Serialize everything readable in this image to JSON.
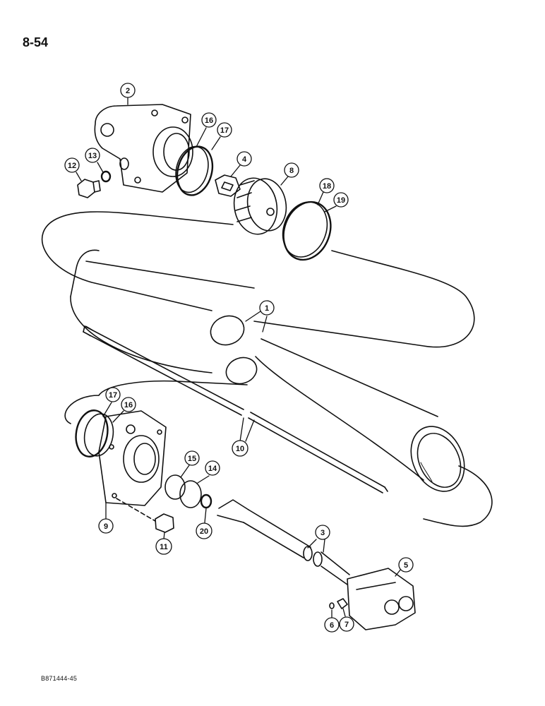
{
  "page_number": "8-54",
  "footer_code": "B871444-45",
  "callouts": [
    {
      "id": "1",
      "label": "1"
    },
    {
      "id": "2",
      "label": "2"
    },
    {
      "id": "3",
      "label": "3"
    },
    {
      "id": "4",
      "label": "4"
    },
    {
      "id": "5",
      "label": "5"
    },
    {
      "id": "6",
      "label": "6"
    },
    {
      "id": "7",
      "label": "7"
    },
    {
      "id": "8",
      "label": "8"
    },
    {
      "id": "9",
      "label": "9"
    },
    {
      "id": "10",
      "label": "10"
    },
    {
      "id": "11",
      "label": "11"
    },
    {
      "id": "12",
      "label": "12"
    },
    {
      "id": "13",
      "label": "13"
    },
    {
      "id": "14",
      "label": "14"
    },
    {
      "id": "15",
      "label": "15"
    },
    {
      "id": "16a",
      "label": "16"
    },
    {
      "id": "17a",
      "label": "17"
    },
    {
      "id": "16b",
      "label": "16"
    },
    {
      "id": "17b",
      "label": "17"
    },
    {
      "id": "18",
      "label": "18"
    },
    {
      "id": "19",
      "label": "19"
    },
    {
      "id": "20",
      "label": "20"
    }
  ]
}
